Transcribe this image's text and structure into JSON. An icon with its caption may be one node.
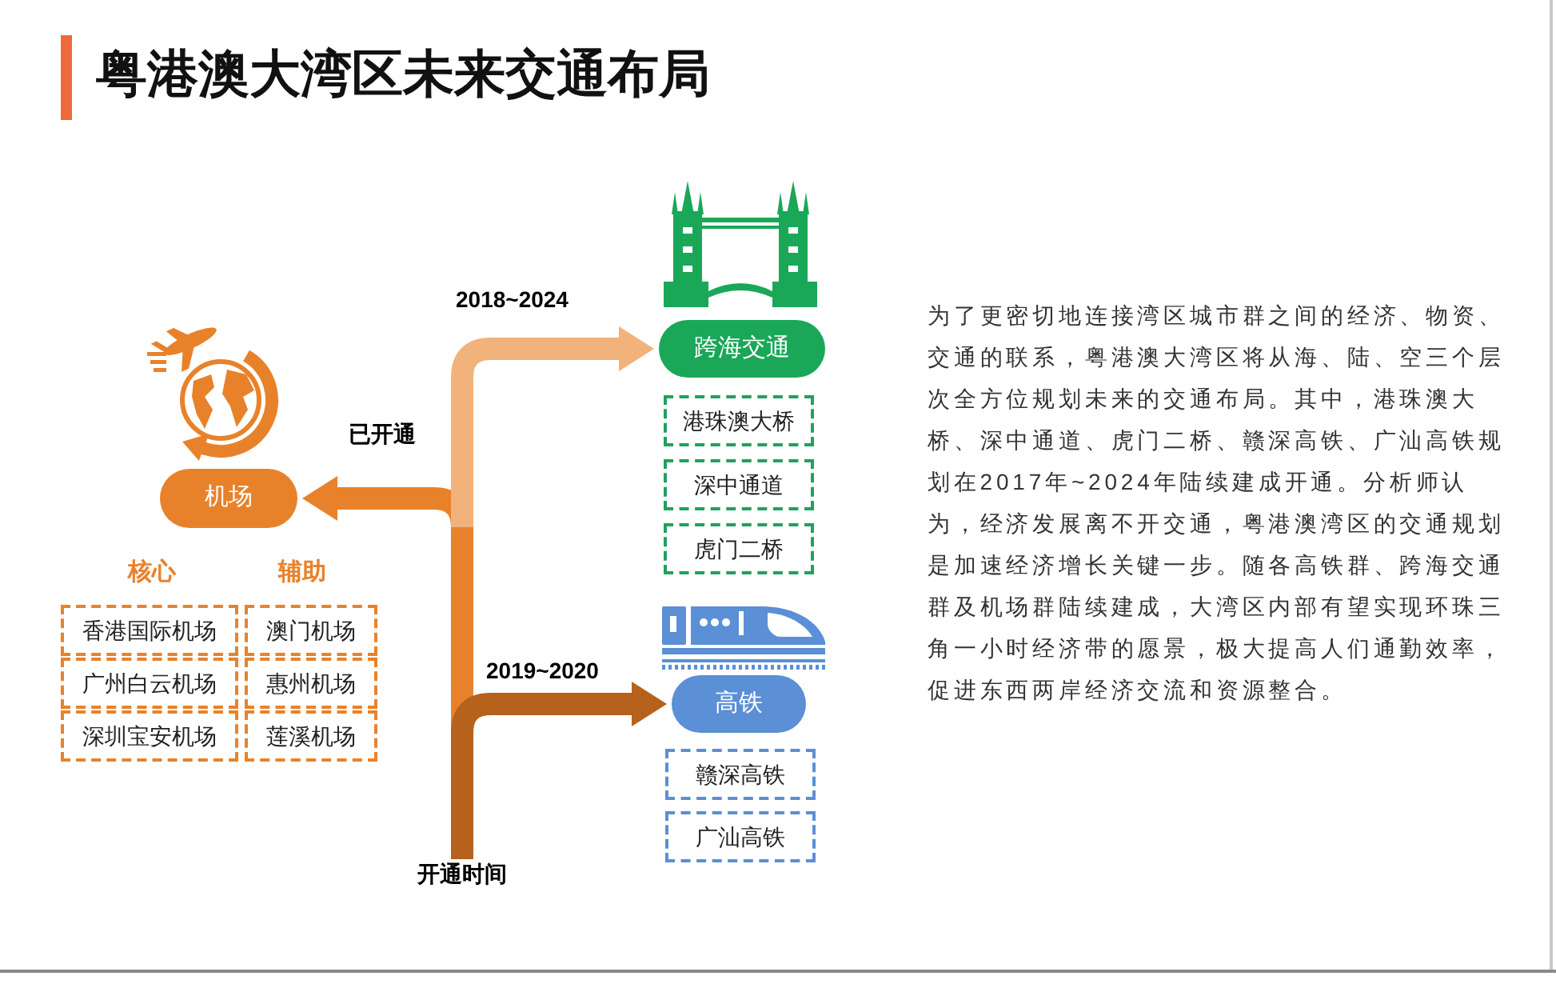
{
  "diagram": {
    "title": "粤港澳大湾区未来交通布局",
    "nodes": [
      {
        "text": [
          "机场"
        ]
      },
      {
        "text": [
          "香港国际机场"
        ]
      },
      {
        "text": [
          "澳门机场"
        ]
      },
      {
        "text": [
          "广州白云机场"
        ]
      },
      {
        "text": [
          "惠州机场"
        ]
      },
      {
        "text": [
          "深圳宝安机场"
        ]
      },
      {
        "text": [
          "莲溪机场"
        ]
      },
      {
        "text": [
          "跨海交通"
        ]
      },
      {
        "text": [
          "港珠澳大桥"
        ]
      },
      {
        "text": [
          "深中通道"
        ]
      },
      {
        "text": [
          "虎门二桥"
        ]
      },
      {
        "text": [
          "高铁"
        ]
      },
      {
        "text": [
          "赣深高铁"
        ]
      },
      {
        "text": [
          "广汕高铁"
        ]
      },
      {
        "text": [
          "开通时间"
        ]
      }
    ],
    "edges": [
      {
        "from": 14,
        "to": 7,
        "arrow": "to",
        "label": "2018~2024",
        "color": "#f2b27c"
      },
      {
        "from": 14,
        "to": 0,
        "arrow": "to",
        "label": "已开通",
        "color": "#e8822a"
      },
      {
        "from": 14,
        "to": 11,
        "arrow": "to",
        "label": "2019~2020",
        "color": "#b6611c"
      }
    ],
    "labels": [
      "核心",
      "辅助",
      "为了更密切地连接湾区城市群之间的经济、物资、交通的联系，粤港澳大湾区将从海、陆、空三个层次全方位规划未来的交通布局。其中，港珠澳大桥、深中通道、虎门二桥、赣深高铁、广汕高铁规划在2017年~2024年陆续建成开通。分析师认为，经济发展离不开交通，粤港澳湾区的交通规划是加速经济增长关键一步。随各高铁群、跨海交通群及机场群陆续建成，大湾区内部有望实现环珠三角一小时经济带的愿景，极大提高人们通勤效率，促进东西两岸经济交流和资源整合。"
    ]
  }
}
